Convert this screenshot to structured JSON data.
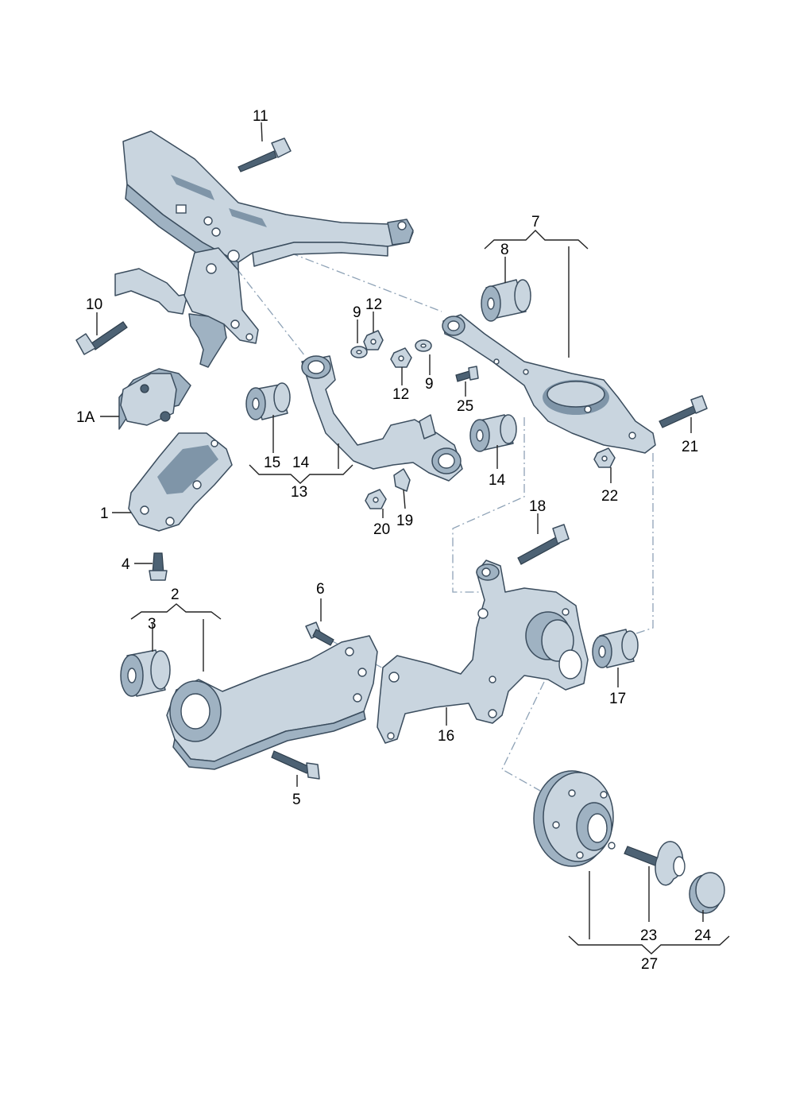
{
  "labels": {
    "l1": "1",
    "l1A": "1A",
    "l2": "2",
    "l3": "3",
    "l4": "4",
    "l5": "5",
    "l6": "6",
    "l7": "7",
    "l8": "8",
    "l9a": "9",
    "l9b": "9",
    "l10": "10",
    "l11": "11",
    "l12a": "12",
    "l12b": "12",
    "l13": "13",
    "l14a": "14",
    "l14b": "14",
    "l15": "15",
    "l16": "16",
    "l17": "17",
    "l18": "18",
    "l19": "19",
    "l20": "20",
    "l21": "21",
    "l22": "22",
    "l23": "23",
    "l24": "24",
    "l25": "25",
    "l27": "27"
  },
  "colors": {
    "part_fill": "#c9d5df",
    "part_shadow": "#9fb2c2",
    "outline": "#3b4d5e",
    "dash_line": "#8ea2b6"
  }
}
